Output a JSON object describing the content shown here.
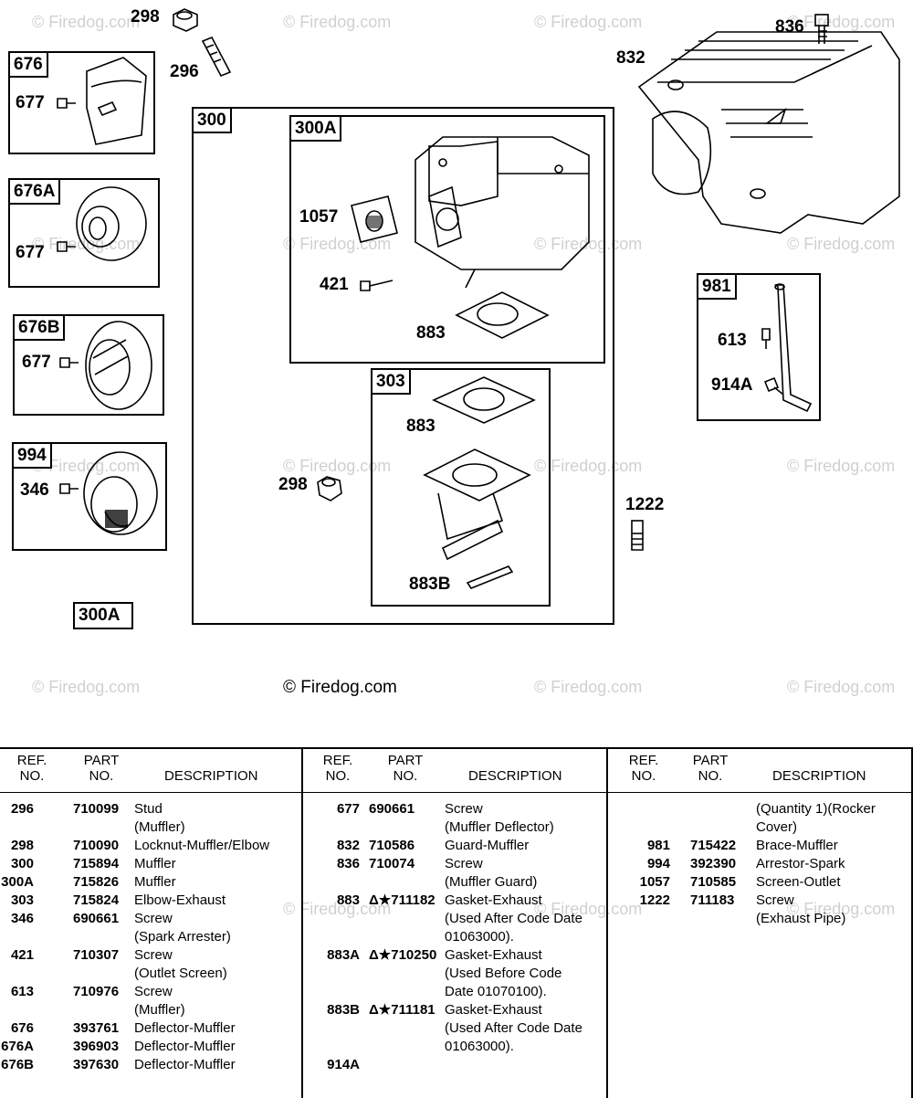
{
  "watermark": "© Firedog.com",
  "copyright": "© Firedog.com",
  "diagram_labels": {
    "l298a": "298",
    "l296": "296",
    "l836": "836",
    "l832": "832",
    "l677a": "677",
    "l677b": "677",
    "l677c": "677",
    "l1057": "1057",
    "l421": "421",
    "l883a": "883",
    "l883b": "883",
    "l883B": "883B",
    "l298b": "298",
    "l1222": "1222",
    "l613": "613",
    "l914A": "914A",
    "l346": "346",
    "l300A_bottom": "300A"
  },
  "boxes": {
    "b676": "676",
    "b676A": "676A",
    "b676B": "676B",
    "b994": "994",
    "b300": "300",
    "b300A": "300A",
    "b303": "303",
    "b981": "981"
  },
  "table": {
    "headers": {
      "ref_line1": "REF.",
      "ref_line2": "NO.",
      "part_line1": "PART",
      "part_line2": "NO.",
      "desc": "DESCRIPTION"
    },
    "columns": [
      [
        {
          "ref": "296",
          "part": "710099",
          "desc": [
            "Stud",
            "(Muffler)"
          ]
        },
        {
          "ref": "298",
          "part": "710090",
          "desc": [
            "Locknut-Muffler/Elbow"
          ]
        },
        {
          "ref": "300",
          "part": "715894",
          "desc": [
            "Muffler"
          ]
        },
        {
          "ref": "300A",
          "part": "715826",
          "desc": [
            "Muffler"
          ]
        },
        {
          "ref": "303",
          "part": "715824",
          "desc": [
            "Elbow-Exhaust"
          ]
        },
        {
          "ref": "346",
          "part": "690661",
          "desc": [
            "Screw",
            "(Spark Arrester)"
          ]
        },
        {
          "ref": "421",
          "part": "710307",
          "desc": [
            "Screw",
            "(Outlet Screen)"
          ]
        },
        {
          "ref": "613",
          "part": "710976",
          "desc": [
            "Screw",
            "(Muffler)"
          ]
        },
        {
          "ref": "676",
          "part": "393761",
          "desc": [
            "Deflector-Muffler"
          ]
        },
        {
          "ref": "676A",
          "part": "396903",
          "desc": [
            "Deflector-Muffler"
          ]
        },
        {
          "ref": "676B",
          "part": "397630",
          "desc": [
            "Deflector-Muffler"
          ]
        }
      ],
      [
        {
          "ref": "677",
          "part": "690661",
          "desc": [
            "Screw",
            "(Muffler Deflector)"
          ]
        },
        {
          "ref": "832",
          "part": "710586",
          "desc": [
            "Guard-Muffler"
          ]
        },
        {
          "ref": "836",
          "part": "710074",
          "desc": [
            "Screw",
            "(Muffler Guard)"
          ]
        },
        {
          "ref": "883",
          "part": "Δ★711182",
          "desc": [
            "Gasket-Exhaust",
            "(Used After Code Date",
            "01063000)."
          ]
        },
        {
          "ref": "883A",
          "part": "Δ★710250",
          "desc": [
            "Gasket-Exhaust",
            "(Used Before Code",
            "Date 01070100)."
          ]
        },
        {
          "ref": "883B",
          "part": "Δ★711181",
          "desc": [
            "Gasket-Exhaust",
            "(Used After Code Date",
            "01063000)."
          ]
        },
        {
          "ref": "914A",
          "part": "",
          "desc": [
            ""
          ]
        }
      ],
      [
        {
          "ref": "",
          "part": "",
          "desc": [
            "(Quantity 1)(Rocker",
            "Cover)"
          ]
        },
        {
          "ref": "981",
          "part": "715422",
          "desc": [
            "Brace-Muffler"
          ]
        },
        {
          "ref": "994",
          "part": "392390",
          "desc": [
            "Arrestor-Spark"
          ]
        },
        {
          "ref": "1057",
          "part": "710585",
          "desc": [
            "Screen-Outlet"
          ]
        },
        {
          "ref": "1222",
          "part": "711183",
          "desc": [
            "Screw",
            "(Exhaust Pipe)"
          ]
        }
      ]
    ]
  }
}
